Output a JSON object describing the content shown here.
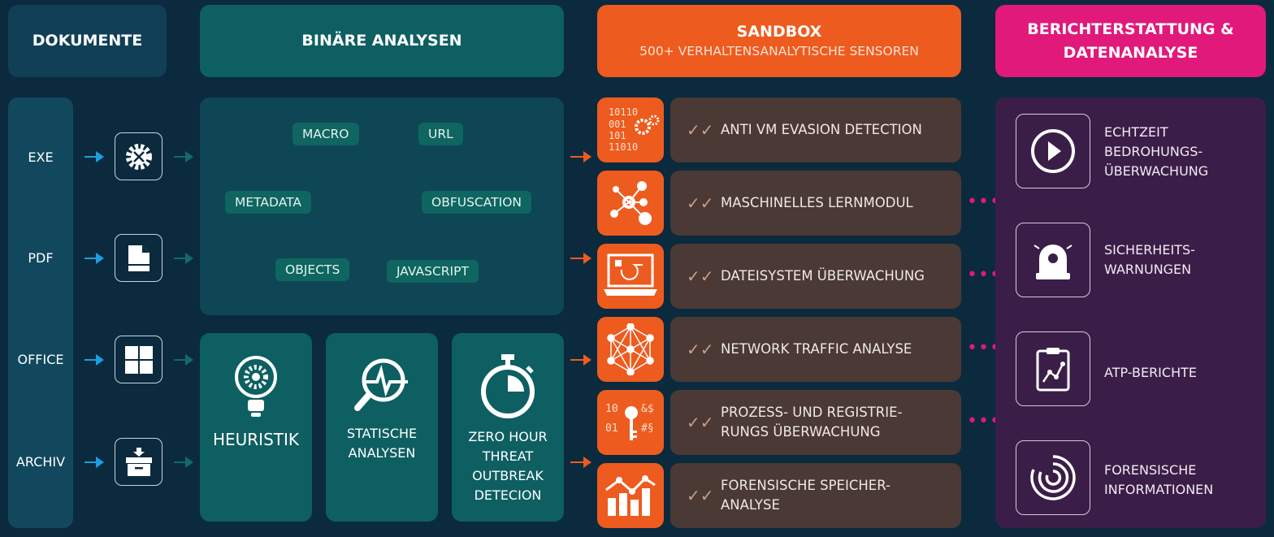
{
  "headers": {
    "documents": "DOKUMENTE",
    "binary": "BINÄRE ANALYSEN",
    "sandbox": "SANDBOX",
    "sandbox_sub": "500+ VERHALTENSANALYTISCHE SENSOREN",
    "reporting_1": "BERICHTERSTATTUNG &",
    "reporting_2": "DATENANALYSE"
  },
  "documents": [
    {
      "label": "EXE",
      "icon": "gear-tools-icon"
    },
    {
      "label": "PDF",
      "icon": "document-icon"
    },
    {
      "label": "OFFICE",
      "icon": "office-grid-icon"
    },
    {
      "label": "ARCHIV",
      "icon": "archive-box-icon"
    }
  ],
  "binary_tags": [
    "MACRO",
    "URL",
    "METADATA",
    "OBFUSCATION",
    "OBJECTS",
    "JAVASCRIPT"
  ],
  "binary_cards": [
    {
      "line1": "HEURISTIK",
      "line2": "",
      "line3": "",
      "line4": ""
    },
    {
      "line1": "STATISCHE",
      "line2": "ANALYSEN",
      "line3": "",
      "line4": ""
    },
    {
      "line1": "ZERO HOUR",
      "line2": "THREAT",
      "line3": "OUTBREAK",
      "line4": "DETECION"
    }
  ],
  "sandbox_icon_binary": [
    "10110",
    "001",
    "101",
    "11010"
  ],
  "sandbox_icon_registry": [
    "10",
    "&$",
    "01",
    "#§"
  ],
  "sandbox_rows": [
    {
      "line1": "ANTI VM EVASION DETECTION",
      "line2": ""
    },
    {
      "line1": "MASCHINELLES LERNMODUL",
      "line2": ""
    },
    {
      "line1": "DATEISYSTEM ÜBERWACHUNG",
      "line2": ""
    },
    {
      "line1": "NETWORK TRAFFIC ANALYSE",
      "line2": ""
    },
    {
      "line1": "PROZESS- UND REGISTRIE-",
      "line2": "RUNGS ÜBERWACHUNG"
    },
    {
      "line1": "FORENSISCHE SPEICHER-",
      "line2": "ANALYSE"
    }
  ],
  "reporting": [
    {
      "line1": "ECHTZEIT",
      "line2": "BEDROHUNGS-",
      "line3": "ÜBERWACHUNG"
    },
    {
      "line1": "SICHERHEITS-",
      "line2": "WARNUNGEN",
      "line3": ""
    },
    {
      "line1": "ATP-BERICHTE",
      "line2": "",
      "line3": ""
    },
    {
      "line1": "FORENSISCHE",
      "line2": "INFORMATIONEN",
      "line3": ""
    }
  ],
  "colors": {
    "background": "#0b2a3e",
    "teal": "#0e5f62",
    "orange": "#ee5b1f",
    "magenta": "#e0197a",
    "purple": "#3b1e48"
  }
}
